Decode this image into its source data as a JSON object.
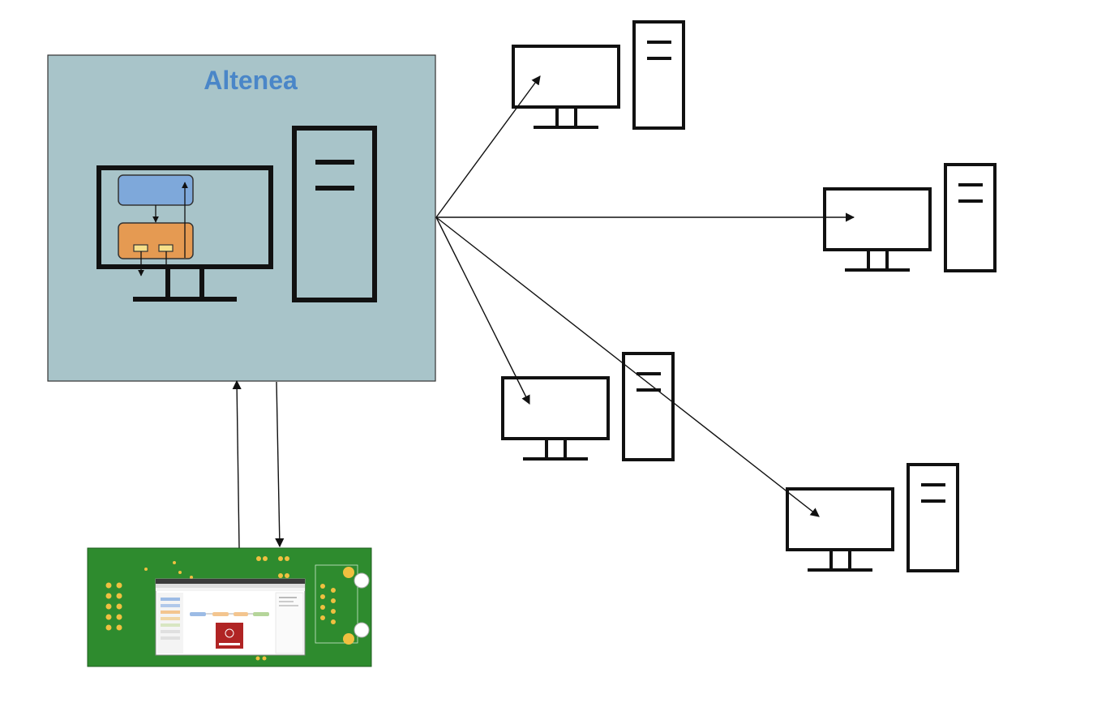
{
  "server": {
    "title": "Altenea",
    "title_color": "#4a86c8",
    "box_color": "#a8c4c9"
  },
  "clients": [
    {
      "id": "client-1"
    },
    {
      "id": "client-2"
    },
    {
      "id": "client-3"
    },
    {
      "id": "client-4"
    }
  ],
  "inner_app": {
    "top_block_color": "#7ea8da",
    "bottom_block_color": "#e59a52",
    "chip_color": "#f6e08a"
  },
  "board": {
    "pcb_color": "#2e8b2e",
    "pad_color": "#f0c040",
    "logo_color": "#b02424"
  }
}
